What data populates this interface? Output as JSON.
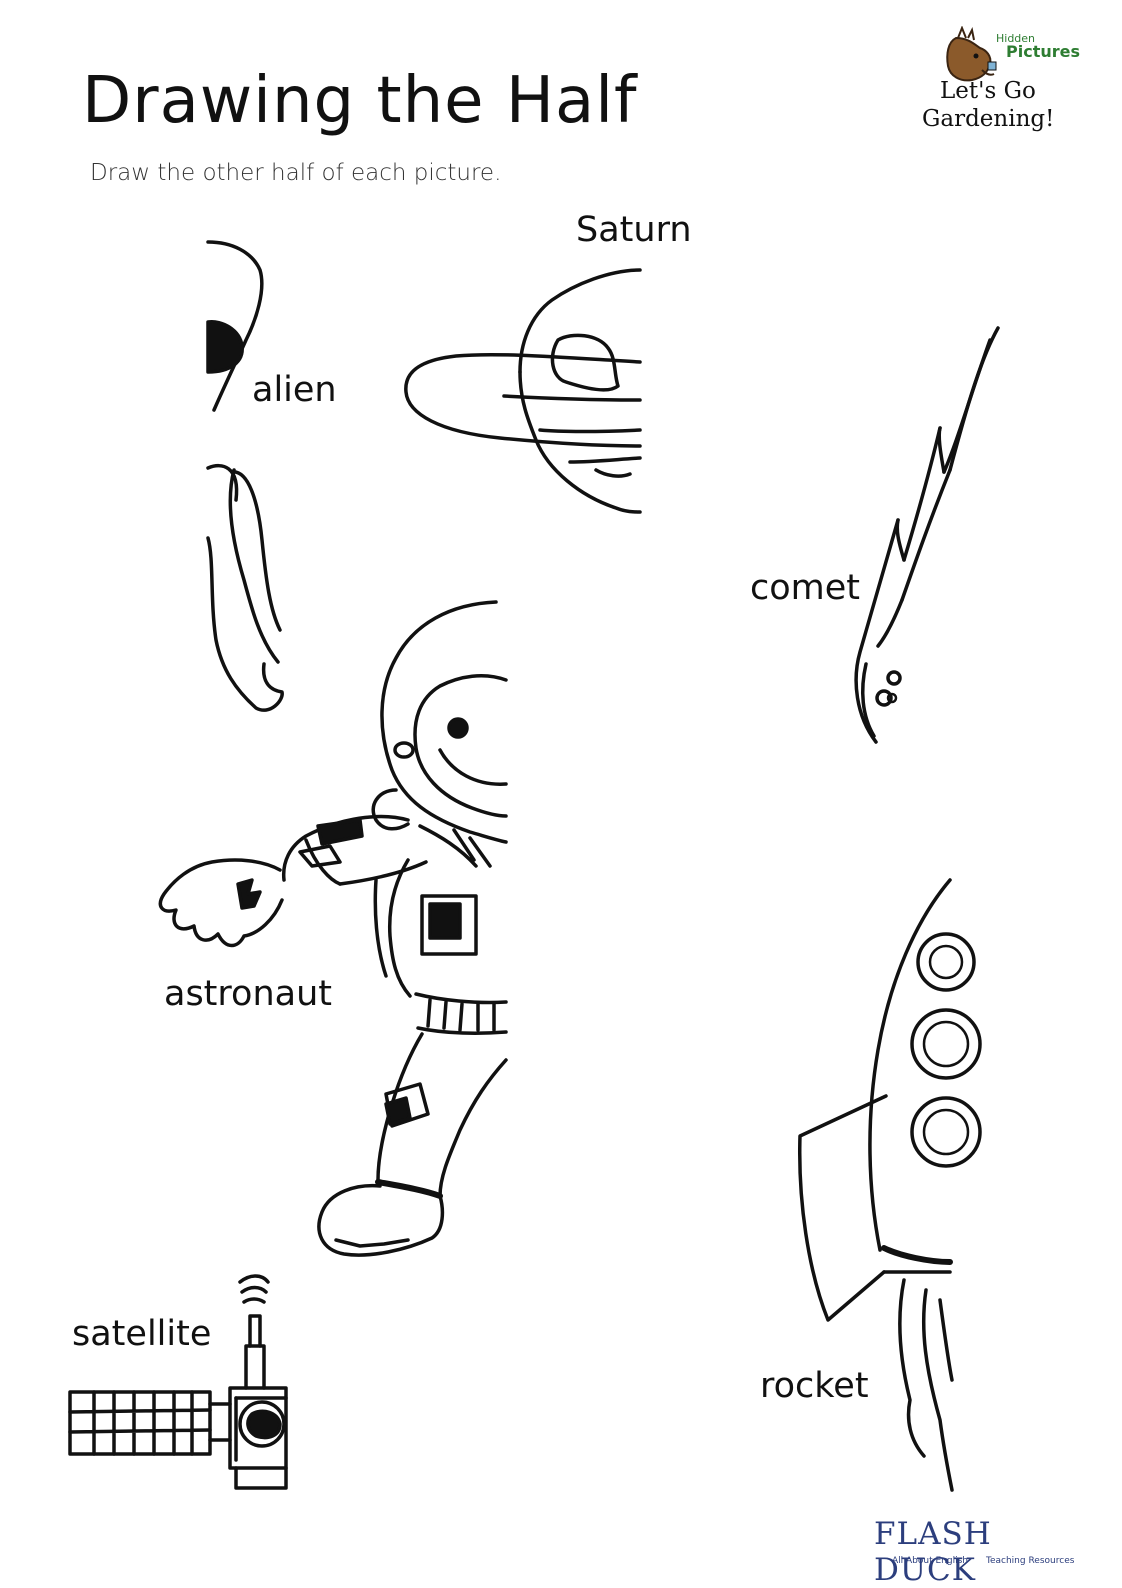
{
  "page": {
    "title": "Drawing the Half",
    "instruction": "Draw the other half of each picture."
  },
  "labels": {
    "saturn": "Saturn",
    "alien": "alien",
    "comet": "comet",
    "astronaut": "astronaut",
    "satellite": "satellite",
    "rocket": "rocket"
  },
  "logo": {
    "brand_line1": "Hidden",
    "brand_line2": "Pictures",
    "tagline_line1": "Let's Go",
    "tagline_line2": "Gardening!"
  },
  "footer": {
    "brand": "FLASH DUCK",
    "sub_left": "All About English",
    "sub_right": "Teaching Resources"
  },
  "colors": {
    "ink": "#111111",
    "logo_green": "#2e7d32",
    "footer_blue": "#2c3e7d",
    "horse_brown": "#8b5a2b"
  }
}
